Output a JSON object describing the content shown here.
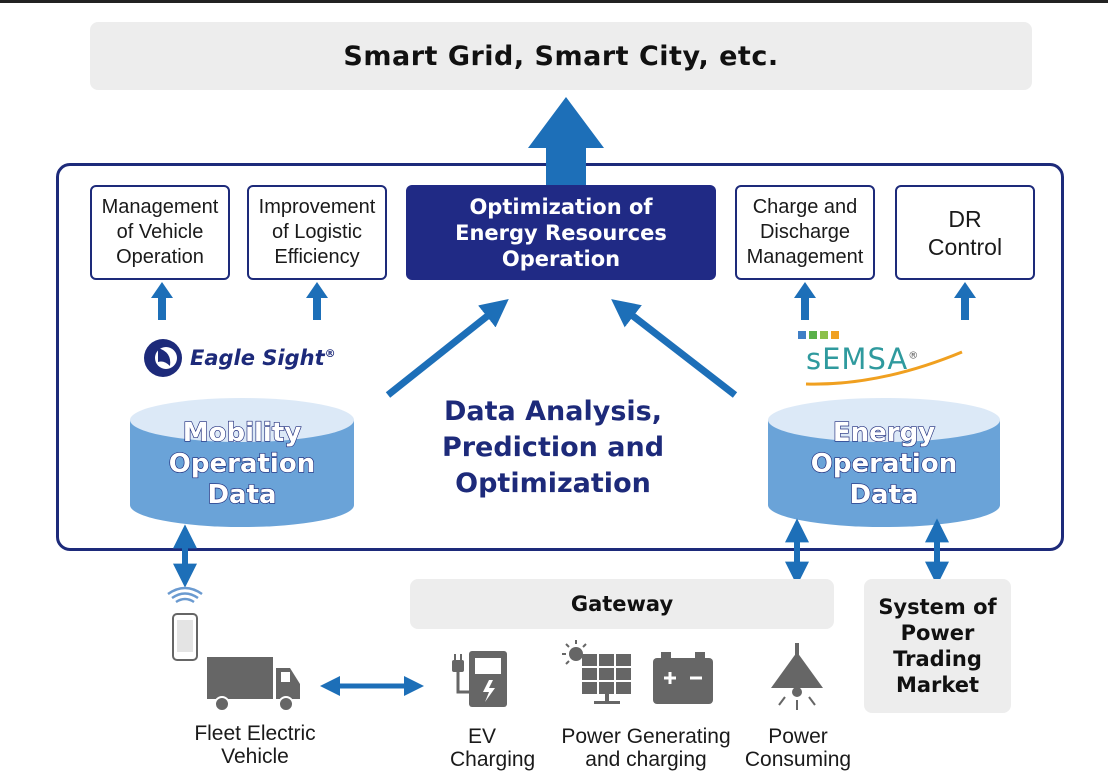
{
  "top_banner": {
    "title": "Smart Grid, Smart City, etc."
  },
  "functions": {
    "vehicle_operation": "Management of Vehicle Operation",
    "logistic_efficiency": "Improvement of Logistic Efficiency",
    "optimization": "Optimization of Energy Resources Operation",
    "charge_discharge": "Charge and Discharge Management",
    "dr_control": "DR Control"
  },
  "logos": {
    "eagle_sight": "Eagle Sight",
    "eagle_sight_mark": "®",
    "semsa": "sEMSA",
    "semsa_mark": "®"
  },
  "center_caption": "Data Analysis, Prediction and Optimization",
  "databases": {
    "mobility": "Mobility Operation Data",
    "energy": "Energy Operation Data"
  },
  "gateway": "Gateway",
  "market": "System of Power Trading Market",
  "bottom": {
    "fleet": "Fleet Electric Vehicle",
    "ev": "EV Charging",
    "generating": "Power Generating and charging",
    "consuming": "Power Consuming"
  },
  "colors": {
    "navy": "#1d2a7a",
    "arrow_blue": "#1d6fb8",
    "cylinder_blue": "#6aa3d8",
    "cylinder_top": "#dce9f7",
    "panel_grey": "#ededed",
    "icon_grey": "#666666"
  }
}
